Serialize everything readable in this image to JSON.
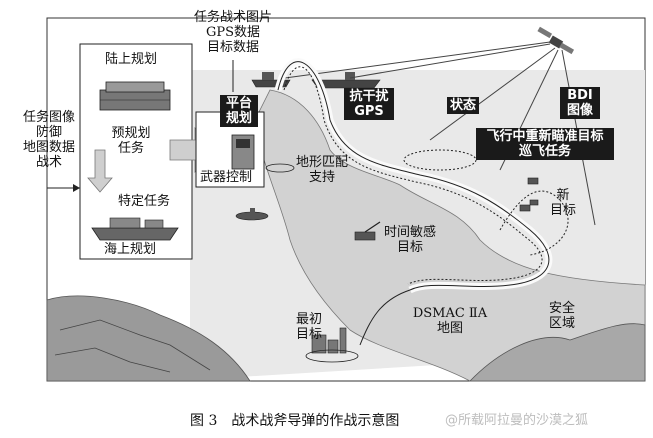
{
  "labels": {
    "mission_info_1": "任务战术图片",
    "mission_info_2": "GPS数据",
    "mission_info_3": "目标数据",
    "left_1": "任务图像",
    "left_2": "防御",
    "left_3": "地图数据",
    "left_4": "战术",
    "land_planning": "陆上规划",
    "preplanned_1": "预规划",
    "preplanned_2": "任务",
    "specific_mission": "特定任务",
    "sea_planning": "海上规划",
    "platform_1": "平台",
    "platform_2": "规划",
    "weapon_control": "武器控制",
    "anti_jam_1": "抗干扰",
    "anti_jam_2": "GPS",
    "status": "状态",
    "bdi_1": "BDI",
    "bdi_2": "图像",
    "retarget_1": "飞行中重新瞄准目标",
    "retarget_2": "巡飞任务",
    "terrain_1": "地形匹配",
    "terrain_2": "支持",
    "new_target_1": "新",
    "new_target_2": "目标",
    "time_sensitive_1": "时间敏感",
    "time_sensitive_2": "目标",
    "initial_target_1": "最初",
    "initial_target_2": "目标",
    "dsmac_1": "DSMAC ⅡA",
    "dsmac_2": "地图",
    "safe_area_1": "安全",
    "safe_area_2": "区域"
  },
  "caption": "图 3　战术战斧导弹的作战示意图",
  "watermark": "@所载阿拉曼的沙漠之狐",
  "colors": {
    "ink": "#111111",
    "callout_bg": "#1a1a1a",
    "sea": "#e9e9e9",
    "land": "#bdbdbd",
    "arrow": "#cfcfcf"
  }
}
